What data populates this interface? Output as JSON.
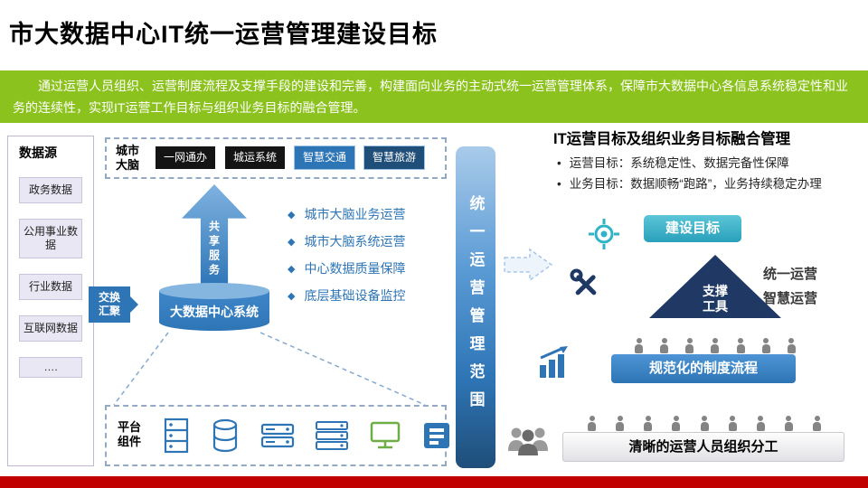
{
  "header": {
    "title": "市大数据中心IT统一运营管理建设目标"
  },
  "intro": {
    "text": "通过运营人员组织、运营制度流程及支撑手段的建设和完善，构建面向业务的主动式统一运营管理体系，保障市大数据中心各信息系统稳定性和业务的连续性，实现IT运营工作目标与组织业务目标的融合管理。"
  },
  "datasource": {
    "title": "数据源",
    "items": [
      "政务数据",
      "公用事业数据",
      "行业数据",
      "互联网数据",
      "…."
    ]
  },
  "exchange": {
    "label": "交换汇聚"
  },
  "city_brain": {
    "label": "城市大脑",
    "apps": [
      {
        "label": "一网通办"
      },
      {
        "label": "城运系统"
      },
      {
        "label": "智慧交通"
      },
      {
        "label": "智慧旅游"
      }
    ]
  },
  "share_arrow": {
    "label": "共享服务"
  },
  "center_system": {
    "label": "大数据中心系统"
  },
  "operations": {
    "items": [
      "城市大脑业务运营",
      "城市大脑系统运营",
      "中心数据质量保障",
      "底层基础设备监控"
    ]
  },
  "platform": {
    "label": "平台组件",
    "icons": [
      "server-rack",
      "database",
      "storage",
      "server",
      "monitor",
      "app-box"
    ]
  },
  "scope_bar": {
    "label": "统一运营管理范围"
  },
  "fusion": {
    "title": "IT运营目标及组织业务目标融合管理",
    "bullets": [
      "运营目标：系统稳定性、数据完备性保障",
      "业务目标：数据顺畅“跑路”，业务持续稳定办理"
    ],
    "goal_label": "建设目标",
    "pyramid": {
      "top": "支撑工具",
      "middle": "规范化的制度流程",
      "bottom": "清晰的运营人员组织分工"
    },
    "side_notes": [
      "统一运营",
      "智慧运营"
    ]
  },
  "colors": {
    "accent_green": "#8CC21E",
    "footer_red": "#C00000",
    "primary_blue": "#2E75B6",
    "navy": "#1F3864",
    "teal": "#2FB3C7"
  }
}
